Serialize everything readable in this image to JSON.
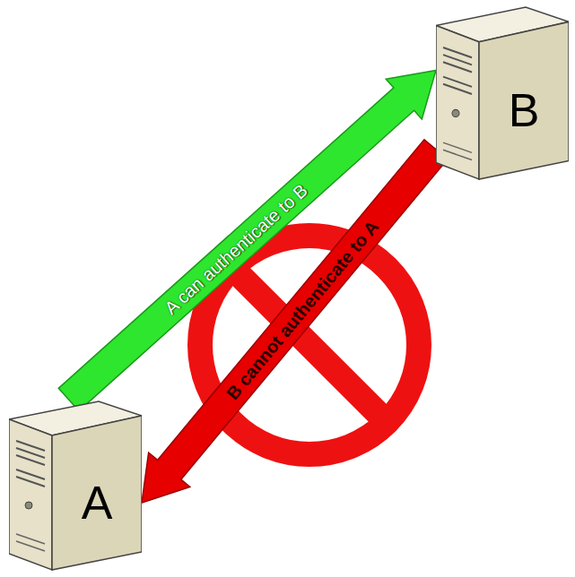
{
  "diagram": {
    "nodes": [
      {
        "text": [
          "B"
        ]
      },
      {
        "text": [
          "A"
        ]
      }
    ],
    "edges": [
      {
        "from": 1,
        "to": 0,
        "arrow": "to",
        "label": "A can authenticate to B"
      },
      {
        "from": 0,
        "to": 1,
        "arrow": "to",
        "label": "B cannot authenticate to A"
      }
    ]
  }
}
